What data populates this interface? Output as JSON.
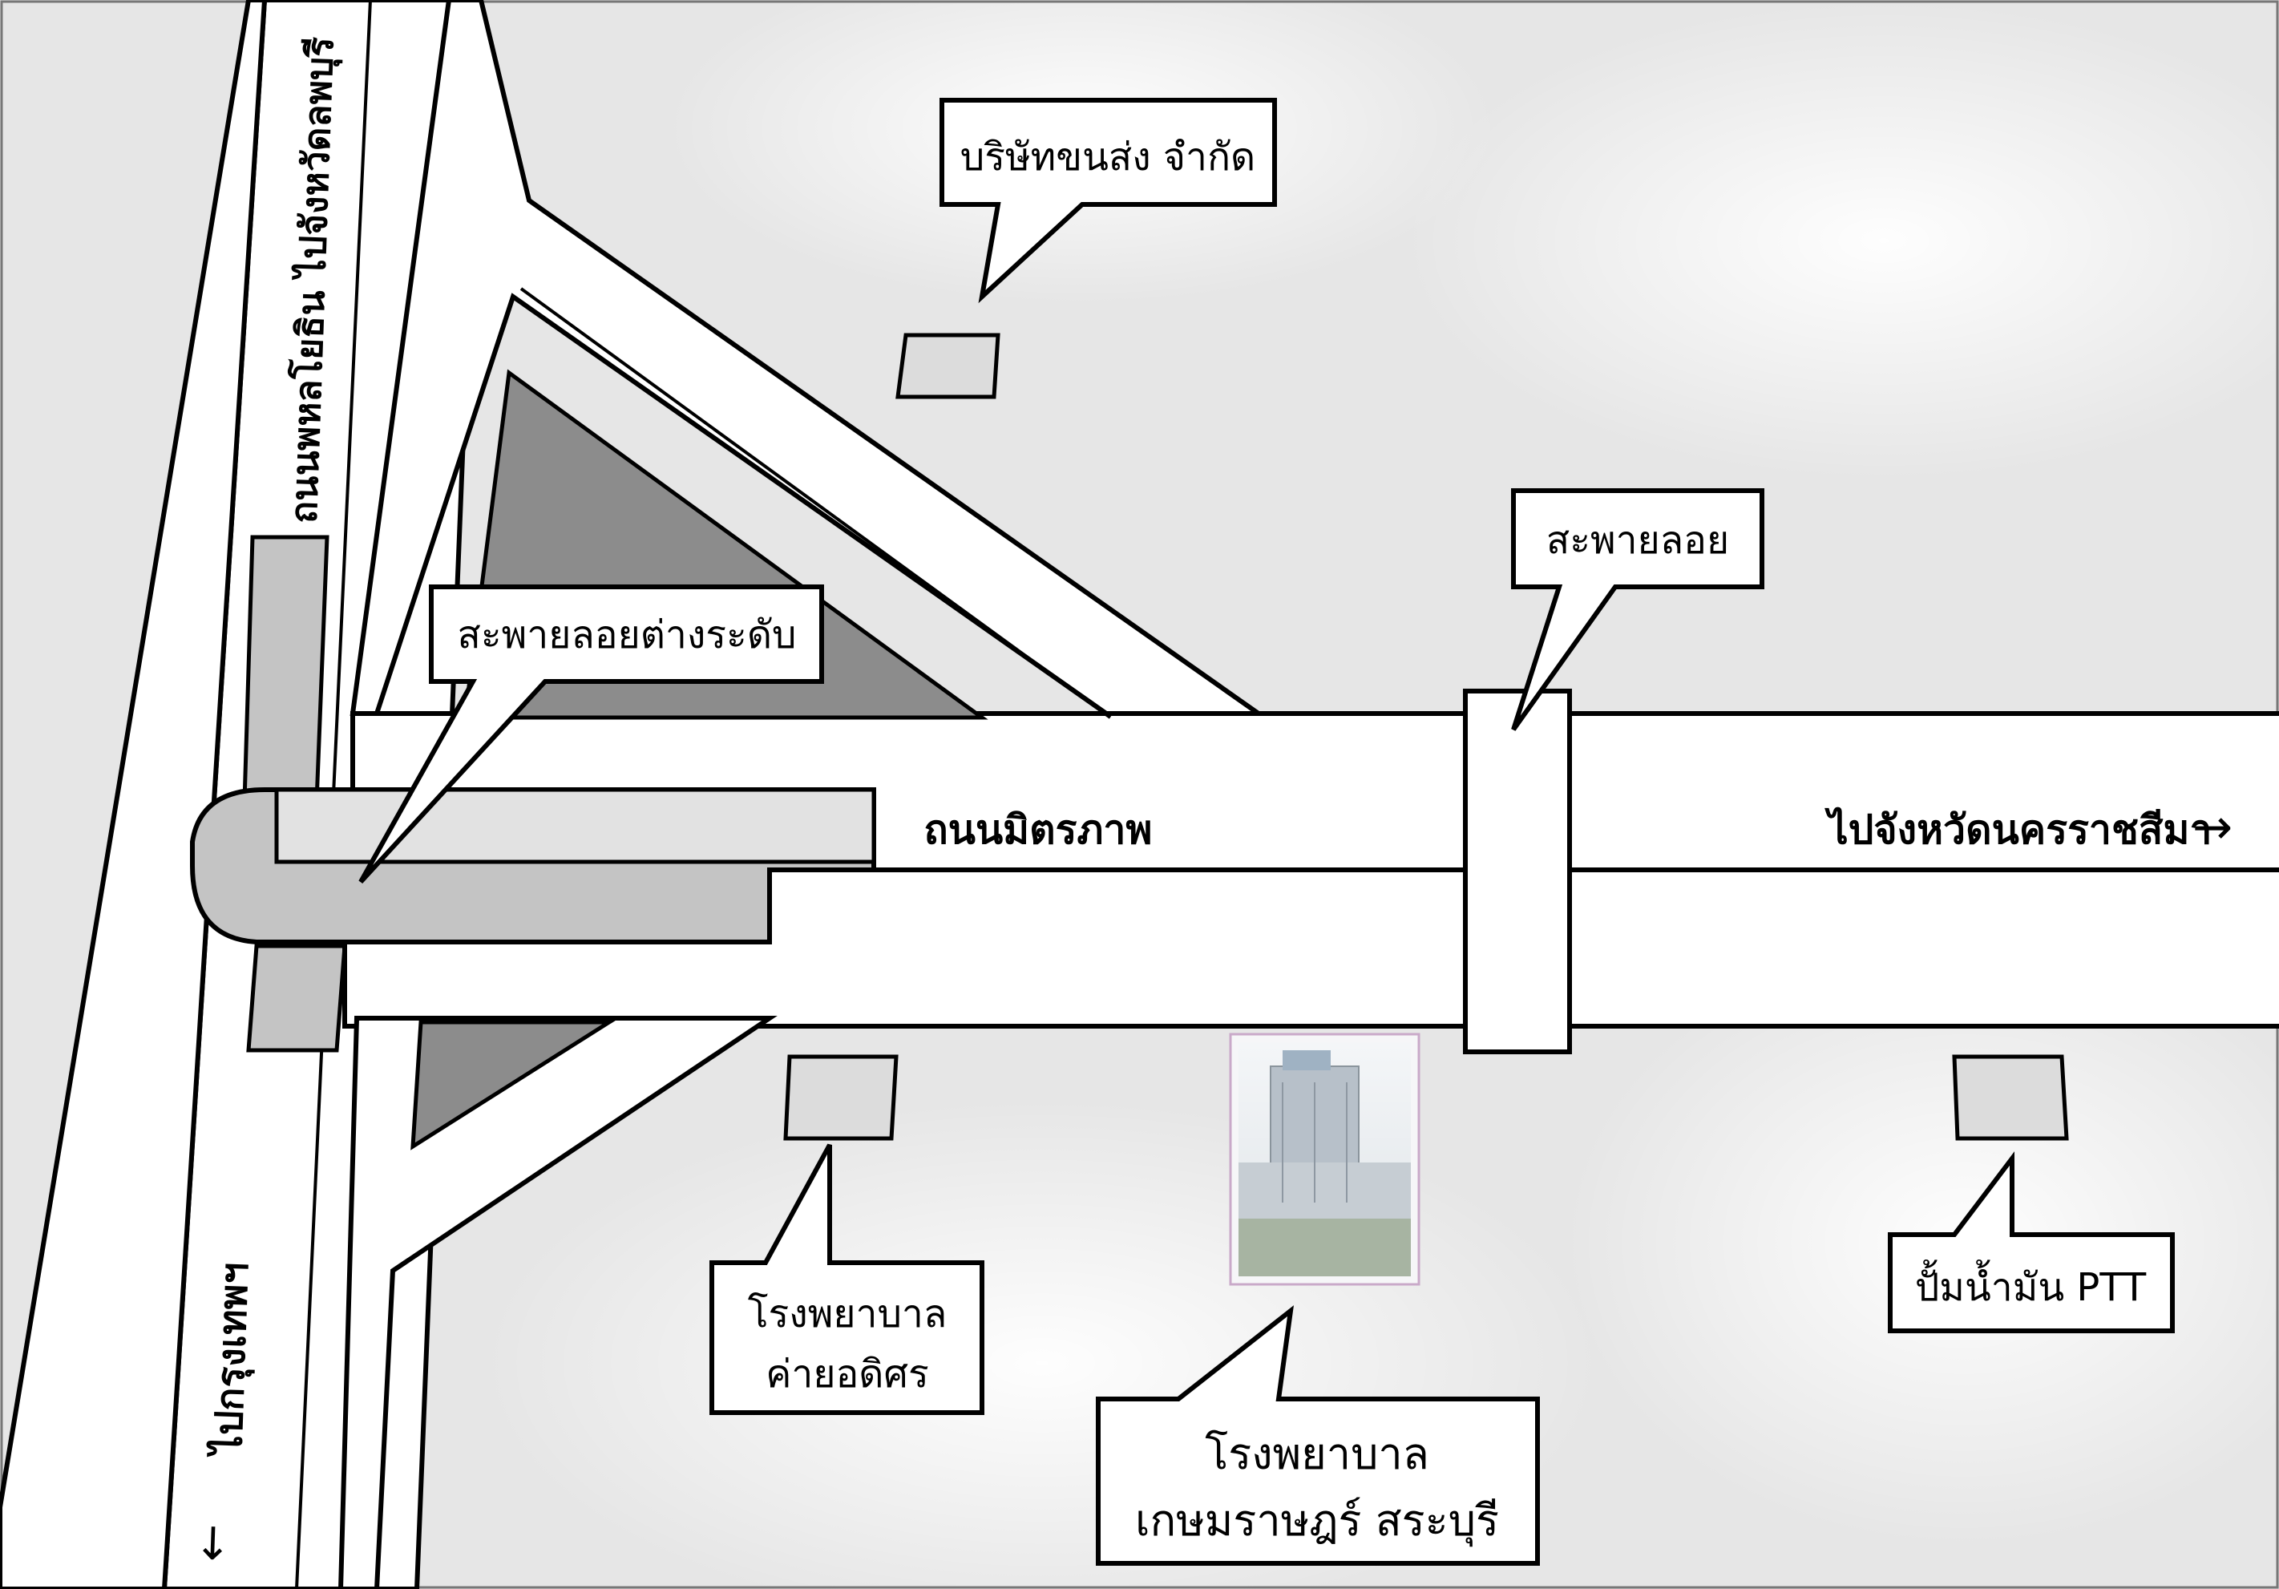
{
  "map": {
    "road_labels": {
      "main_road": "ถนนมิตรภาพ",
      "to_nakhon_ratchasima": "ไปจังหวัดนครราชสีมา",
      "to_nakhon_ratchasima_arrow": "→",
      "phahonyothin": "ถนนพหลโยธิน ไปจังหวัดลพบุรี",
      "to_bangkok": "ไปกรุงเทพฯ",
      "to_bangkok_arrow": "←"
    },
    "callouts": {
      "transport_company": "บริษัทขนส่ง จำกัด",
      "interchange": "สะพายลอยต่างระดับ",
      "overpass": "สะพายลอย",
      "adisorn_hospital_line1": "โรงพยาบาล",
      "adisorn_hospital_line2": "ค่ายอดิศร",
      "kasemrad_hospital_line1": "โรงพยาบาล",
      "kasemrad_hospital_line2": "เกษมราษฎร์ สระบุรี",
      "ptt_station": "ปั้มน้ำมัน PTT"
    },
    "colors": {
      "background": "#e8e8e8",
      "road": "#ffffff",
      "road_outline": "#000000",
      "shaded_road": "#c4c4c4",
      "shaded_triangle": "#8c8c8c",
      "building": "#dcdcdc"
    }
  }
}
